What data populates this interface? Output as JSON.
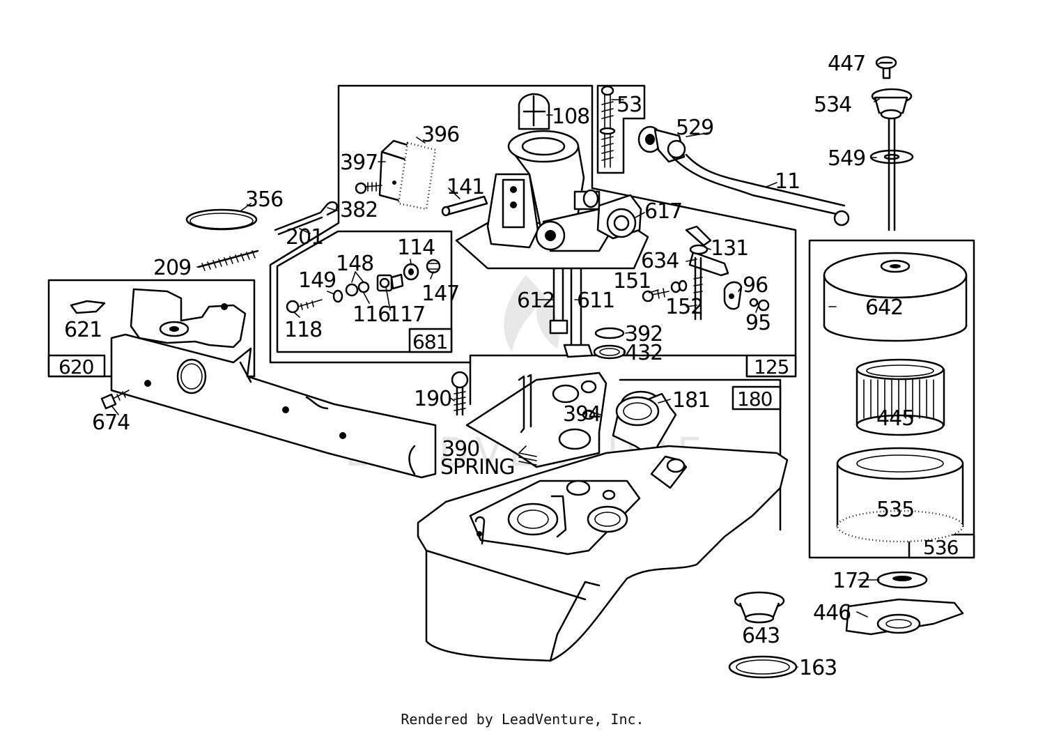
{
  "footer": {
    "text": "Rendered by LeadVenture, Inc."
  },
  "watermark": {
    "text": "LEADVENTURE"
  },
  "labels": {
    "l447": "447",
    "l534": "534",
    "l549": "549",
    "l53": "53",
    "l108": "108",
    "l529": "529",
    "l11": "11",
    "l396": "396",
    "l397": "397",
    "l141": "141",
    "l356": "356",
    "l382": "382",
    "l201": "201",
    "l617": "617",
    "l131": "131",
    "l634": "634",
    "l209": "209",
    "l114": "114",
    "l148": "148",
    "l149": "149",
    "l147": "147",
    "l116": "116",
    "l117": "117",
    "l118": "118",
    "l612": "612",
    "l611": "611",
    "l151": "151",
    "l152": "152",
    "l96": "96",
    "l95": "95",
    "l621": "621",
    "l392": "392",
    "l432": "432",
    "l642": "642",
    "l190": "190",
    "l394": "394",
    "l181": "181",
    "l674": "674",
    "l390": "390",
    "l_spring": "SPRING",
    "l445": "445",
    "l535": "535",
    "l172": "172",
    "l446": "446",
    "l643": "643",
    "l163": "163"
  },
  "boxes": {
    "b620": "620",
    "b681": "681",
    "b125": "125",
    "b180": "180",
    "b536": "536"
  }
}
